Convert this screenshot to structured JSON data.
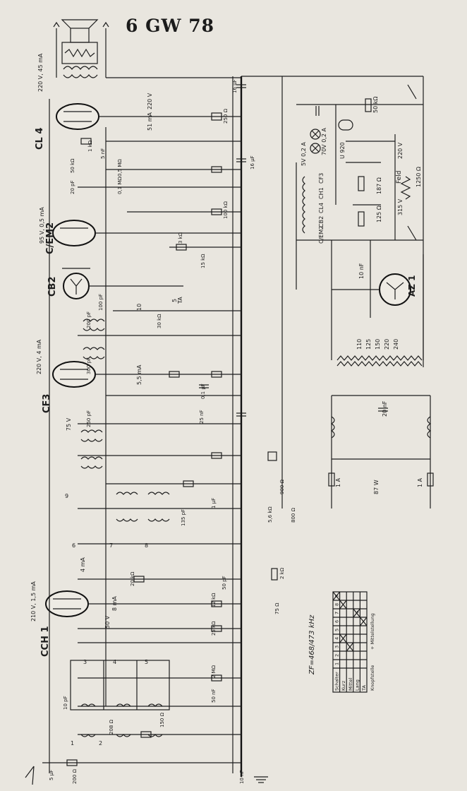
{
  "title": "6 GW 78",
  "tubes": {
    "cl4": "CL 4",
    "cem2": "C/EM2",
    "cb2": "CB2",
    "cf3": "CF3",
    "cch1": "CCH 1",
    "az1": "AZ 1"
  },
  "tube_notes": {
    "cl4_current": "220 V, 45 mA",
    "cem2_current": "95 V, 0,5 mA",
    "cf3_current": "220 V, 4 mA",
    "cch1_current": "210 V, 1,5 mA",
    "cch1_anode": "4 mA",
    "cch1_cath": "8 mA",
    "cf3_cath": "5,5 mA",
    "cl4_cath": "51 mA",
    "v220": "220 V",
    "v75": "75 V",
    "v50": "50 V"
  },
  "power": {
    "fuse": "U 920",
    "lamp1": "5V 0,2 A",
    "lamp2": "70V 0,2 A",
    "mains": "220 V",
    "mains2": "315 V",
    "feld": "Feld",
    "feld_r": "1250 Ω",
    "r187": "187 Ω",
    "r125": "125 Ω",
    "r50": "50 kΩ",
    "c10": "10 nF",
    "taps": [
      "110",
      "125",
      "150",
      "220",
      "240"
    ],
    "w87": "87 W",
    "fuse1": "1 A",
    "fuse2": "1 A",
    "c20": "20 nF"
  },
  "chain_labels": [
    "CF3",
    "CH1",
    "CL4",
    "CB2",
    "C/EM2"
  ],
  "components": {
    "c16uf": "16 μF",
    "c16uf_b": "16 μF",
    "c01uf": "0,1 μF",
    "r250": "250 Ω",
    "r15k": "15 kΩ",
    "r1k": "1 kΩ",
    "r50m": "50 kΩ",
    "c5nf": "5 nF",
    "c20pf": "20 pF",
    "r01m": "0,1 MΩ",
    "r05m": "0,5 MΩ",
    "r3k": "3 kΩ",
    "r900": "900 Ω",
    "r56k": "5,6 kΩ",
    "r800": "800 Ω",
    "r2k": "2 kΩ",
    "r75": "75 Ω",
    "r200": "200 Ω",
    "c300pf": "300 pF",
    "c100pf": "100 pF",
    "c200pf": "200 pF",
    "c250pf": "250 pF",
    "c135pf": "135 pF",
    "c25nf": "25 nF",
    "r20k": "20 kΩ",
    "r12k": "12 kΩ",
    "c50pf": "50 pF",
    "r25k": "25 kΩ",
    "c10pf": "10 pF",
    "r208": "208 Ω",
    "r150": "150 Ω",
    "r30k": "30 kΩ",
    "r2mo": "2 MΩ",
    "c50nf": "50 nF",
    "c5uf": "5 μF",
    "r100": "100 kΩ",
    "c1uf": "1 μF",
    "c10nf": "10 nF"
  },
  "switch_labels": [
    "TA",
    "10",
    "5",
    "1",
    "2",
    "3",
    "4",
    "5",
    "6",
    "7",
    "8",
    "9"
  ],
  "if_note": "ZF=468/473 kHz",
  "switch_table": {
    "header": [
      "Schalter",
      "1",
      "2",
      "3",
      "4",
      "5",
      "6",
      "7",
      "8",
      "9"
    ],
    "rows": [
      [
        "Kurz",
        "",
        "",
        "",
        "",
        "",
        "",
        "",
        "",
        ""
      ],
      [
        "Mittel",
        "",
        "",
        "",
        "",
        "",
        "",
        "",
        "",
        ""
      ],
      [
        "Lang",
        "",
        "",
        "",
        "",
        "",
        "",
        "",
        "+",
        ""
      ],
      [
        "TA",
        "",
        "",
        "",
        "",
        "",
        "",
        "",
        "",
        ""
      ]
    ],
    "footer": "Knopfstelle",
    "note": "+ Mittelstellung"
  }
}
